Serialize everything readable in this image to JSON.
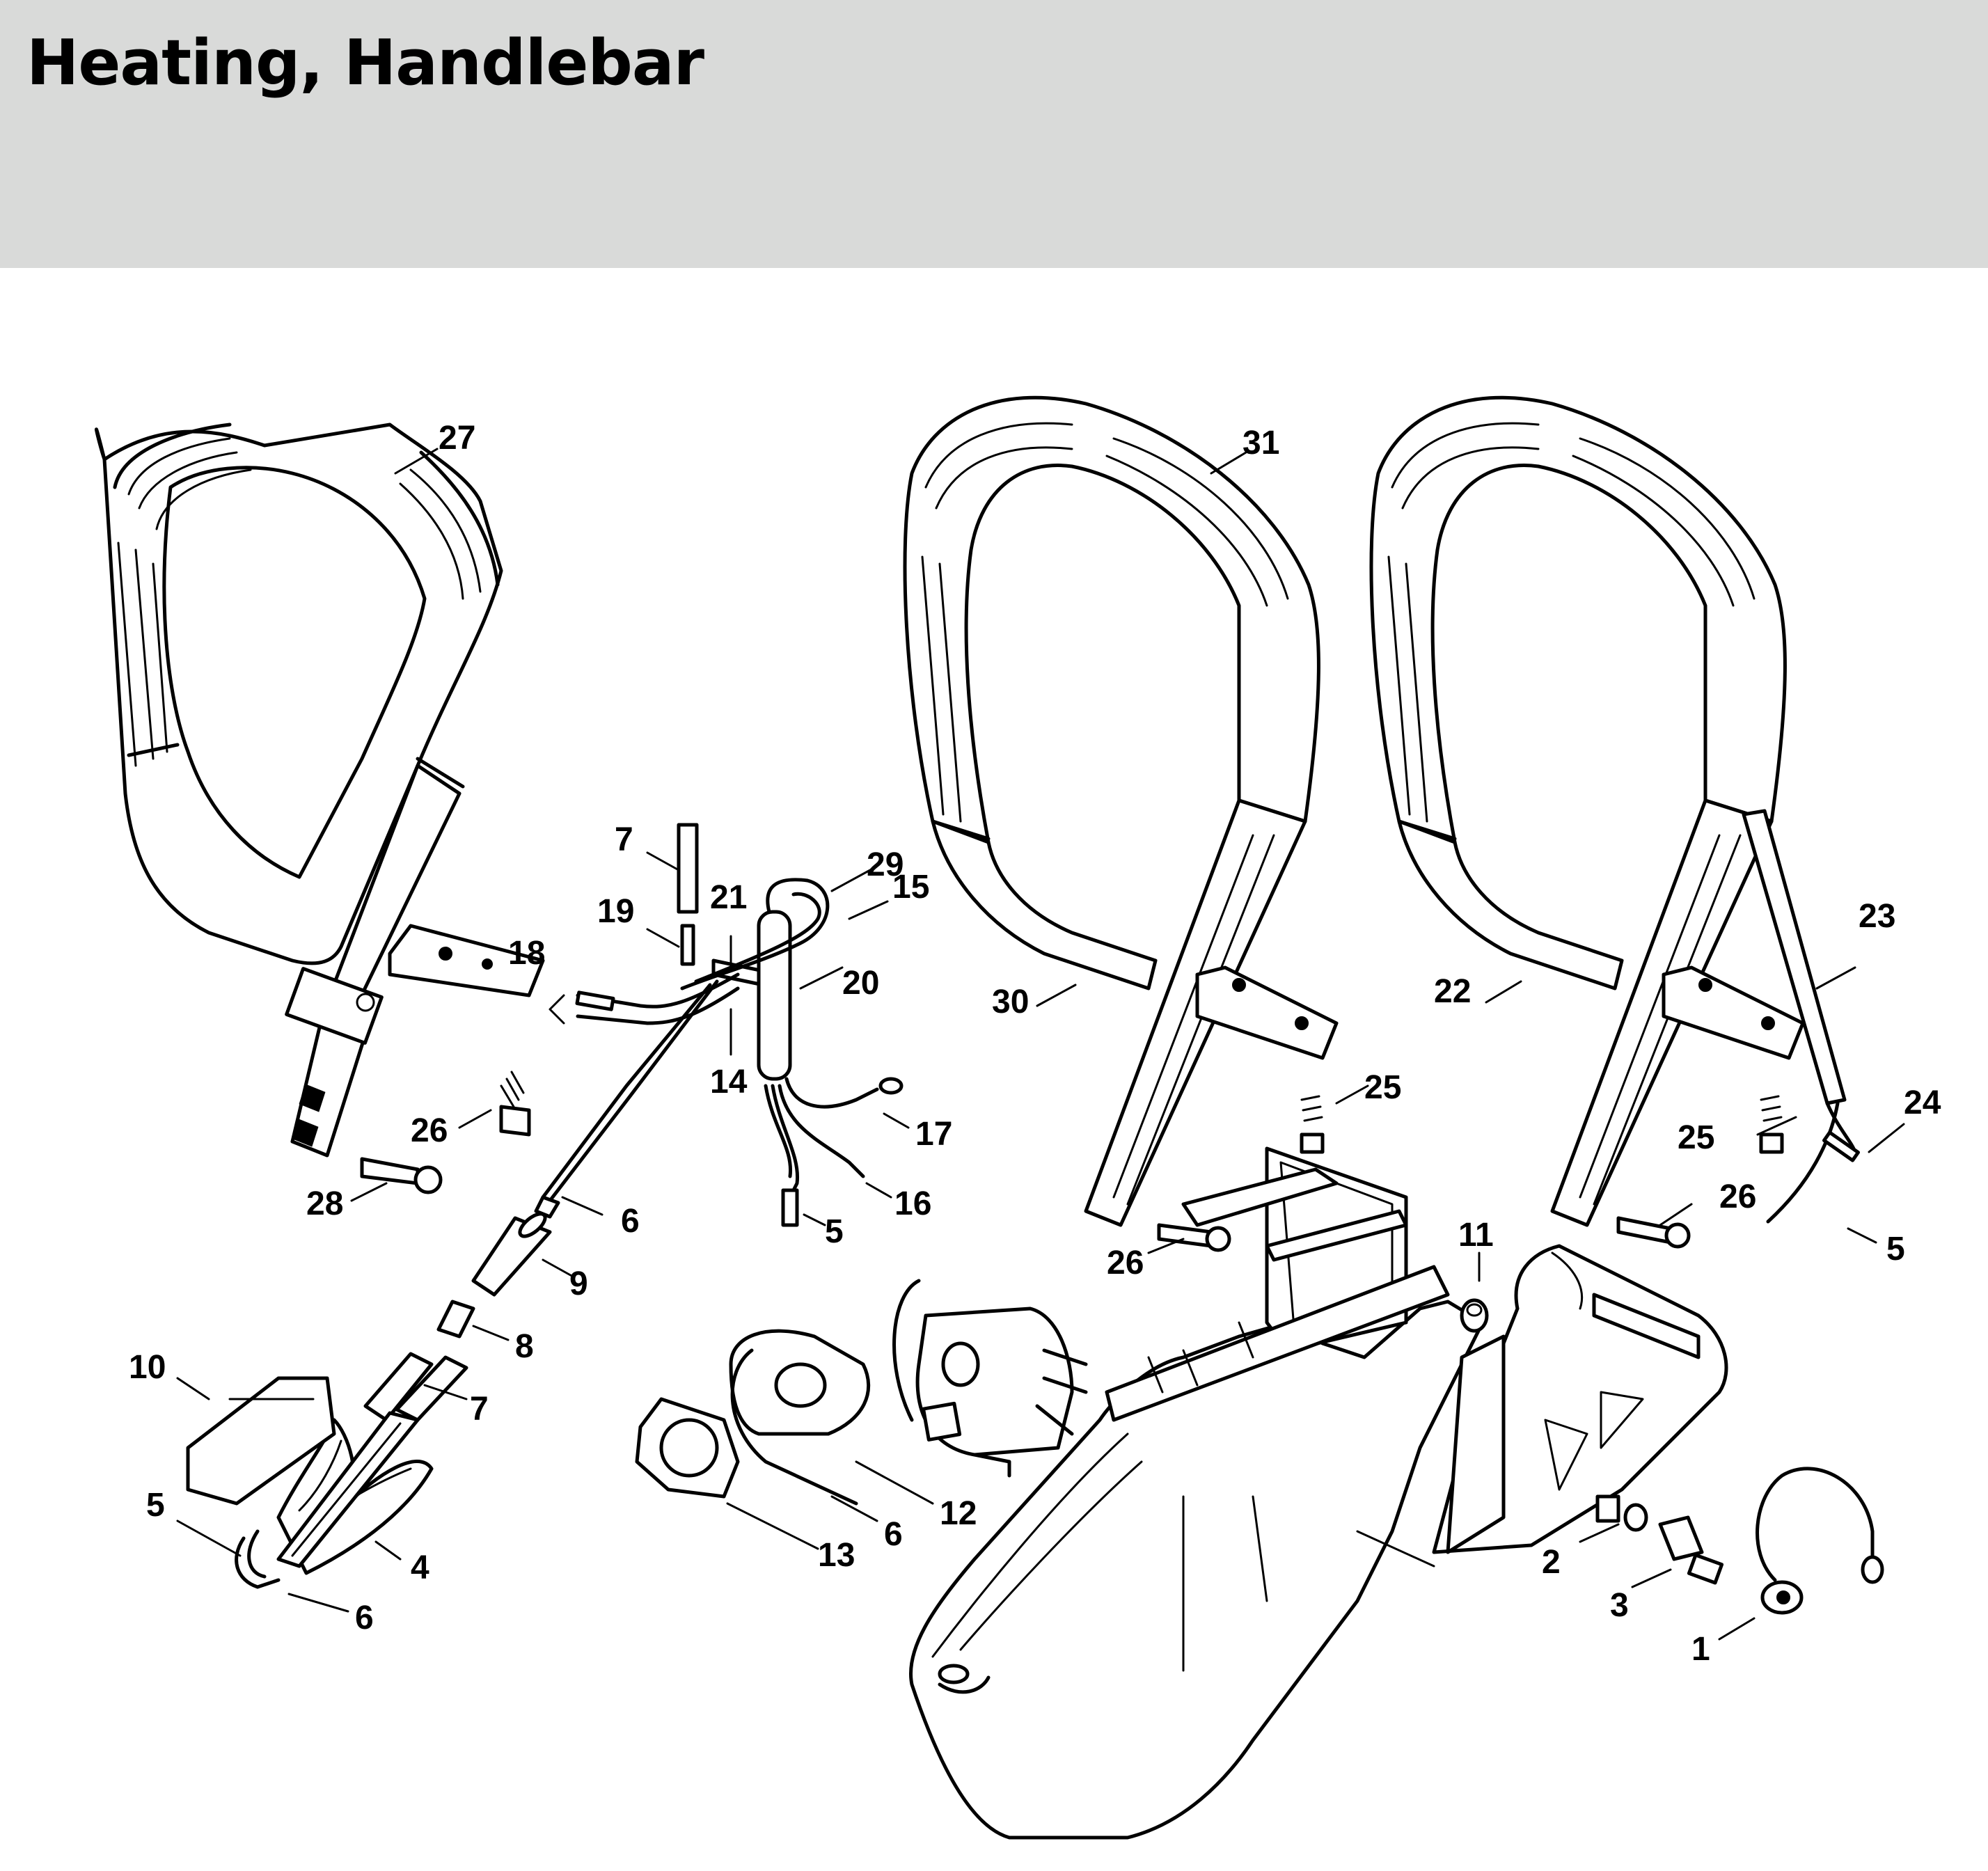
{
  "title": "Heating, Handlebar",
  "header_color": "#d9dad9",
  "callouts": [
    {
      "id": "c27",
      "label": "27"
    },
    {
      "id": "c31",
      "label": "31"
    },
    {
      "id": "c7a",
      "label": "7"
    },
    {
      "id": "c29",
      "label": "29"
    },
    {
      "id": "c15",
      "label": "15"
    },
    {
      "id": "c19",
      "label": "19"
    },
    {
      "id": "c21",
      "label": "21"
    },
    {
      "id": "c18",
      "label": "18"
    },
    {
      "id": "c20",
      "label": "20"
    },
    {
      "id": "c14",
      "label": "14"
    },
    {
      "id": "c17",
      "label": "17"
    },
    {
      "id": "c16",
      "label": "16"
    },
    {
      "id": "c5a",
      "label": "5"
    },
    {
      "id": "c6a",
      "label": "6"
    },
    {
      "id": "c26a",
      "label": "26"
    },
    {
      "id": "c28",
      "label": "28"
    },
    {
      "id": "c9",
      "label": "9"
    },
    {
      "id": "c8",
      "label": "8"
    },
    {
      "id": "c7b",
      "label": "7"
    },
    {
      "id": "c10",
      "label": "10"
    },
    {
      "id": "c5b",
      "label": "5"
    },
    {
      "id": "c4",
      "label": "4"
    },
    {
      "id": "c6b",
      "label": "6"
    },
    {
      "id": "c30",
      "label": "30"
    },
    {
      "id": "c25a",
      "label": "25"
    },
    {
      "id": "c26b",
      "label": "26"
    },
    {
      "id": "c11",
      "label": "11"
    },
    {
      "id": "c12",
      "label": "12"
    },
    {
      "id": "c6c",
      "label": "6"
    },
    {
      "id": "c13",
      "label": "13"
    },
    {
      "id": "c23",
      "label": "23"
    },
    {
      "id": "c22",
      "label": "22"
    },
    {
      "id": "c24",
      "label": "24"
    },
    {
      "id": "c25b",
      "label": "25"
    },
    {
      "id": "c26c",
      "label": "26"
    },
    {
      "id": "c5c",
      "label": "5"
    },
    {
      "id": "c2",
      "label": "2"
    },
    {
      "id": "c3",
      "label": "3"
    },
    {
      "id": "c1",
      "label": "1"
    }
  ]
}
